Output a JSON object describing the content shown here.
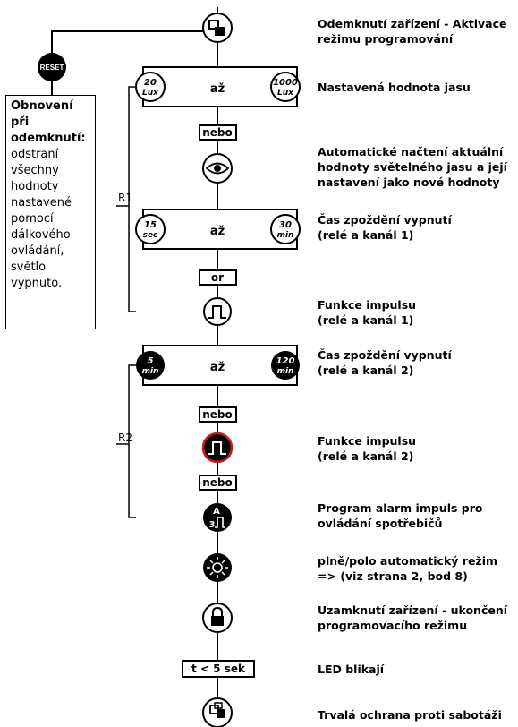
{
  "reset_label": "RESET",
  "info_box": {
    "title_lines": [
      "Obnovení",
      "při",
      "odemknutí:"
    ],
    "body_lines": [
      "odstraní",
      "všechny",
      "hodnoty",
      "nastavené",
      "pomocí",
      "dálkového",
      "ovládání,",
      "světlo",
      "vypnuto."
    ]
  },
  "brackets": {
    "r1": "R1",
    "r2": "R2"
  },
  "bands": {
    "lux": {
      "left_top": "20",
      "left_bottom": "Lux",
      "middle": "až",
      "right_top": "1000",
      "right_bottom": "Lux"
    },
    "sec": {
      "left_top": "15",
      "left_bottom": "sec",
      "middle": "až",
      "right_top": "30",
      "right_bottom": "min"
    },
    "min": {
      "left_top": "5",
      "left_bottom": "min",
      "middle": "až",
      "right_top": "120",
      "right_bottom": "min"
    }
  },
  "labels": {
    "nebo1": "nebo",
    "or": "or",
    "nebo2": "nebo",
    "nebo3": "nebo",
    "timer": "t < 5 sek",
    "alarm_letter": "A",
    "alarm_digit": "3"
  },
  "descriptions": {
    "unlock": [
      "Odemknutí zařízení - Aktivace",
      "režimu programování"
    ],
    "brightness": [
      "Nastavená hodnota jasu"
    ],
    "auto_read": [
      "Automatické načtení aktuální",
      "hodnoty světelného jasu a její",
      "nastavení jako nové hodnoty"
    ],
    "delay1": [
      "Čas zpoždění vypnutí",
      "(relé a kanál 1)"
    ],
    "pulse1": [
      "Funkce impulsu",
      "(relé a kanál 1)"
    ],
    "delay2": [
      "Čas zpoždění vypnutí",
      "(relé a kanál 2)"
    ],
    "pulse2": [
      "Funkce impulsu",
      "(relé a kanál 2)"
    ],
    "alarm": [
      "Program alarm impuls pro",
      "ovládání spotřebičů"
    ],
    "mode": [
      "plně/polo automatický režim",
      "=> (viz strana 2, bod 8)"
    ],
    "lock": [
      "Uzamknutí zařízení - ukončení",
      "programovacího režimu"
    ],
    "led": [
      "LED blikají"
    ],
    "tamper": [
      "Trvalá ochrana proti sabotáži"
    ]
  },
  "colors": {
    "line": "#000000",
    "pulse2_ring": "#cc1b1b",
    "white": "#ffffff"
  }
}
